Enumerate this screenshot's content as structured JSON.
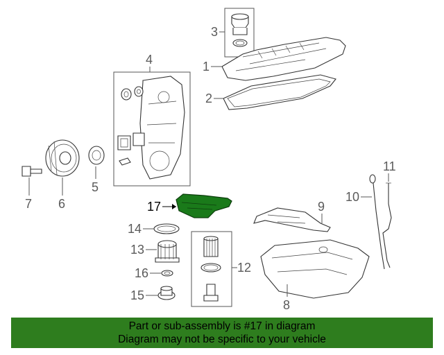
{
  "callouts": {
    "c1": "1",
    "c2": "2",
    "c3": "3",
    "c4": "4",
    "c5": "5",
    "c6": "6",
    "c7": "7",
    "c8": "8",
    "c9": "9",
    "c10": "10",
    "c11": "11",
    "c12": "12",
    "c13": "13",
    "c14": "14",
    "c15": "15",
    "c16": "16",
    "c17": "17"
  },
  "banner": {
    "line1": "Part or sub-assembly is #17 in diagram",
    "line2": "Diagram may not be specific to your vehicle"
  },
  "colors": {
    "banner_bg": "#2e7d1e",
    "highlight_part": "#1a7a1a"
  }
}
